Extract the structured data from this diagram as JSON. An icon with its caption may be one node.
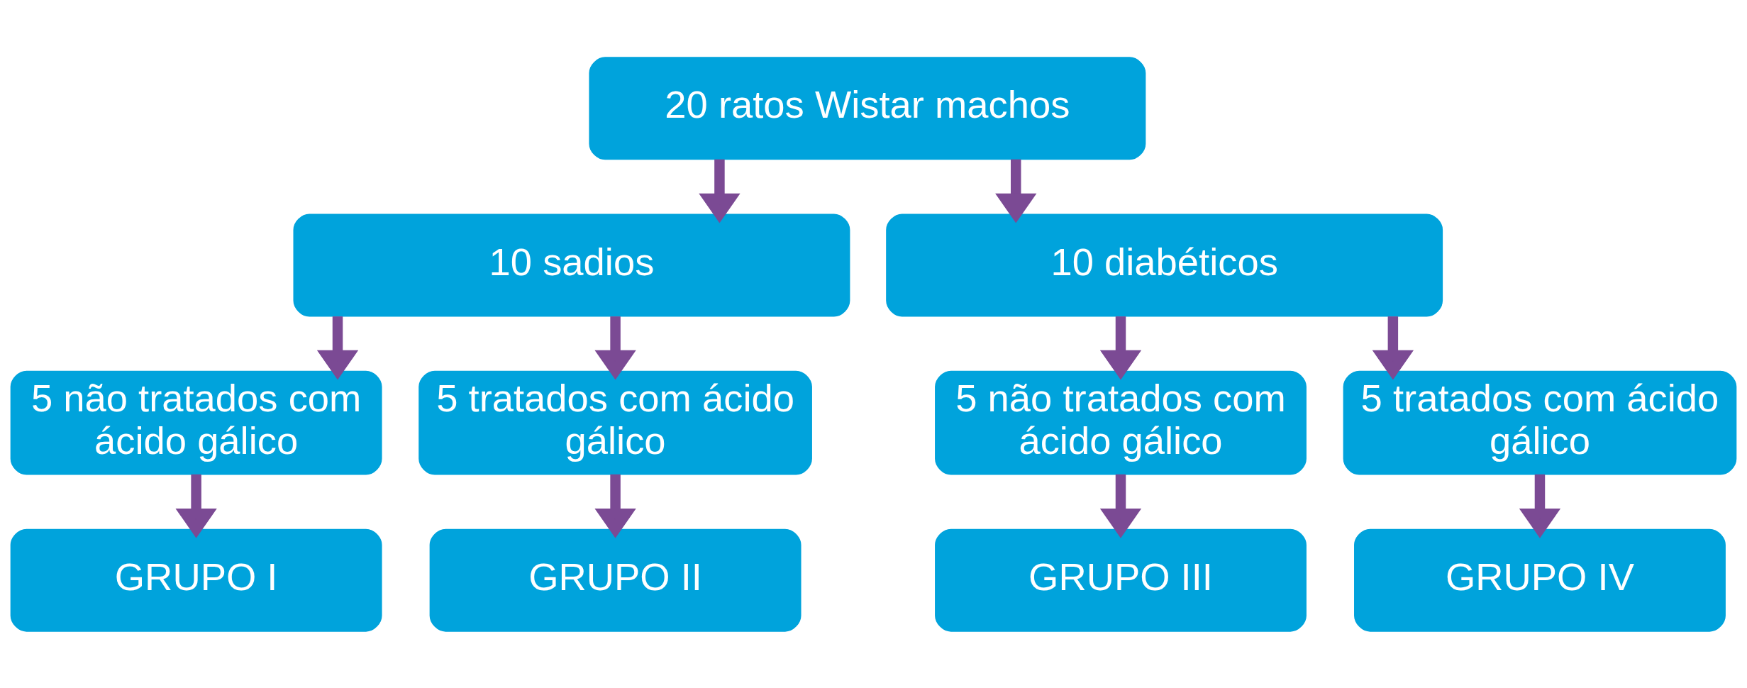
{
  "diagram": {
    "nodes": [
      {
        "text": [
          "20 ratos Wistar machos"
        ]
      },
      {
        "text": [
          "10 sadios"
        ]
      },
      {
        "text": [
          "10 diabéticos"
        ]
      },
      {
        "text": [
          "5 não tratados com ácido gálico"
        ]
      },
      {
        "text": [
          "5 tratados com ácido gálico"
        ]
      },
      {
        "text": [
          "5 não tratados com ácido gálico"
        ]
      },
      {
        "text": [
          "5 tratados com ácido gálico"
        ]
      },
      {
        "text": [
          "GRUPO I"
        ]
      },
      {
        "text": [
          "GRUPO II"
        ]
      },
      {
        "text": [
          "GRUPO III"
        ]
      },
      {
        "text": [
          "GRUPO IV"
        ]
      }
    ],
    "edges": [
      {
        "from": 0,
        "to": 1,
        "arrow": "to"
      },
      {
        "from": 0,
        "to": 2,
        "arrow": "to"
      },
      {
        "from": 1,
        "to": 3,
        "arrow": "to"
      },
      {
        "from": 1,
        "to": 4,
        "arrow": "to"
      },
      {
        "from": 2,
        "to": 5,
        "arrow": "to"
      },
      {
        "from": 2,
        "to": 6,
        "arrow": "to"
      },
      {
        "from": 3,
        "to": 7,
        "arrow": "to"
      },
      {
        "from": 4,
        "to": 8,
        "arrow": "to"
      },
      {
        "from": 5,
        "to": 9,
        "arrow": "to"
      },
      {
        "from": 6,
        "to": 10,
        "arrow": "to"
      }
    ]
  }
}
